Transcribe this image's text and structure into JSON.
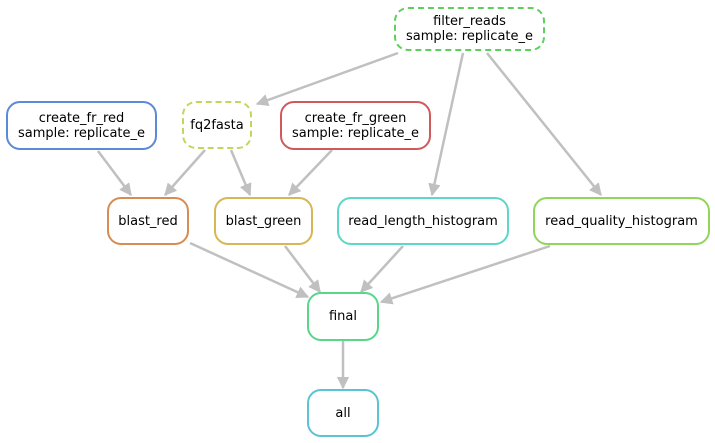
{
  "diagram": {
    "nodes": [
      {
        "id": "filter_reads",
        "label": "filter_reads",
        "sublabel": "sample: replicate_e",
        "color": "#5ccf5c",
        "dashed": true
      },
      {
        "id": "create_fr_red",
        "label": "create_fr_red",
        "sublabel": "sample: replicate_e",
        "color": "#5b8ad6",
        "dashed": false
      },
      {
        "id": "fq2fasta",
        "label": "fq2fasta",
        "sublabel": "",
        "color": "#c5d55a",
        "dashed": true
      },
      {
        "id": "create_fr_green",
        "label": "create_fr_green",
        "sublabel": "sample: replicate_e",
        "color": "#d05a5a",
        "dashed": false
      },
      {
        "id": "blast_red",
        "label": "blast_red",
        "sublabel": "",
        "color": "#d98c52",
        "dashed": false
      },
      {
        "id": "blast_green",
        "label": "blast_green",
        "sublabel": "",
        "color": "#d6b655",
        "dashed": false
      },
      {
        "id": "read_length_histogram",
        "label": "read_length_histogram",
        "sublabel": "",
        "color": "#5ed6c8",
        "dashed": false
      },
      {
        "id": "read_quality_histogram",
        "label": "read_quality_histogram",
        "sublabel": "",
        "color": "#8fd65a",
        "dashed": false
      },
      {
        "id": "final",
        "label": "final",
        "sublabel": "",
        "color": "#5ad68a",
        "dashed": false
      },
      {
        "id": "all",
        "label": "all",
        "sublabel": "",
        "color": "#5ac3d6",
        "dashed": false
      }
    ],
    "edges": [
      {
        "from": "filter_reads",
        "to": "fq2fasta"
      },
      {
        "from": "filter_reads",
        "to": "read_length_histogram"
      },
      {
        "from": "filter_reads",
        "to": "read_quality_histogram"
      },
      {
        "from": "create_fr_red",
        "to": "blast_red"
      },
      {
        "from": "fq2fasta",
        "to": "blast_red"
      },
      {
        "from": "fq2fasta",
        "to": "blast_green"
      },
      {
        "from": "create_fr_green",
        "to": "blast_green"
      },
      {
        "from": "blast_red",
        "to": "final"
      },
      {
        "from": "blast_green",
        "to": "final"
      },
      {
        "from": "read_length_histogram",
        "to": "final"
      },
      {
        "from": "read_quality_histogram",
        "to": "final"
      },
      {
        "from": "final",
        "to": "all"
      }
    ],
    "edge_color": "#c0c0c0"
  }
}
